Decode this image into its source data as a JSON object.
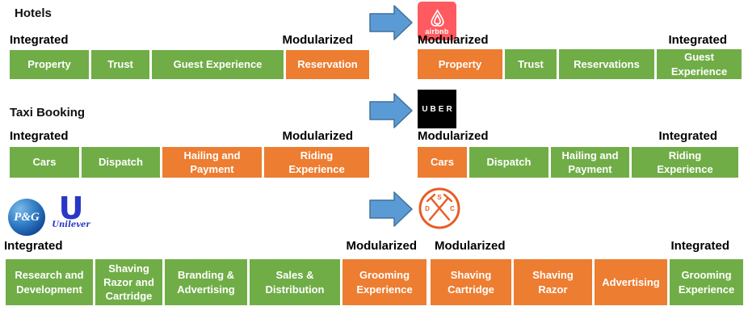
{
  "palette": {
    "segment_green": "#70AD47",
    "segment_orange": "#ED7D31",
    "arrow_fill": "#5B9BD5",
    "arrow_border": "#41719C",
    "airbnb_red": "#FF5A5F",
    "uber_black": "#000000",
    "dsc_orange": "#E85C24",
    "pg_blue": "#0B3E8F",
    "unilever_blue": "#2936C8"
  },
  "rows": [
    {
      "title": "Hotels",
      "left": {
        "scale_start": "Integrated",
        "scale_end": "Modularized",
        "segments": [
          {
            "label": "Property",
            "color": "green"
          },
          {
            "label": "Trust",
            "color": "green"
          },
          {
            "label": "Guest Experience",
            "color": "green"
          },
          {
            "label": "Reservation",
            "color": "orange"
          }
        ]
      },
      "logo": {
        "name": "airbnb",
        "wordmark": "airbnb"
      },
      "right": {
        "scale_start": "Modularized",
        "scale_end": "Integrated",
        "segments": [
          {
            "label": "Property",
            "color": "orange"
          },
          {
            "label": "Trust",
            "color": "green"
          },
          {
            "label": "Reservations",
            "color": "green"
          },
          {
            "label": "Guest\nExperience",
            "color": "green"
          }
        ]
      }
    },
    {
      "title": "Taxi Booking",
      "left": {
        "scale_start": "Integrated",
        "scale_end": "Modularized",
        "segments": [
          {
            "label": "Cars",
            "color": "green"
          },
          {
            "label": "Dispatch",
            "color": "green"
          },
          {
            "label": "Hailing and\nPayment",
            "color": "orange"
          },
          {
            "label": "Riding\nExperience",
            "color": "orange"
          }
        ]
      },
      "logo": {
        "name": "uber",
        "wordmark": "UBER"
      },
      "right": {
        "scale_start": "Modularized",
        "scale_end": "Integrated",
        "segments": [
          {
            "label": "Cars",
            "color": "orange"
          },
          {
            "label": "Dispatch",
            "color": "green"
          },
          {
            "label": "Hailing and\nPayment",
            "color": "green"
          },
          {
            "label": "Riding\nExperience",
            "color": "green"
          }
        ]
      }
    },
    {
      "title": "",
      "incumbent_logos": {
        "pg": "P&G",
        "unilever_letter": "U",
        "unilever_word": "Unilever"
      },
      "left": {
        "scale_start": "Integrated",
        "scale_end": "Modularized",
        "segments": [
          {
            "label": "Research and\nDevelopment",
            "color": "green"
          },
          {
            "label": "Shaving\nRazor and\nCartridge",
            "color": "green"
          },
          {
            "label": "Branding &\nAdvertising",
            "color": "green"
          },
          {
            "label": "Sales &\nDistribution",
            "color": "green"
          },
          {
            "label": "Grooming\nExperience",
            "color": "orange"
          }
        ]
      },
      "logo": {
        "name": "dollar-shave-club",
        "letters": [
          "S",
          "D",
          "C"
        ]
      },
      "right": {
        "scale_start": "Modularized",
        "scale_end": "Integrated",
        "segments": [
          {
            "label": "Shaving\nCartridge",
            "color": "orange"
          },
          {
            "label": "Shaving\nRazor",
            "color": "orange"
          },
          {
            "label": "Advertising",
            "color": "orange"
          },
          {
            "label": "Grooming\nExperience",
            "color": "green"
          }
        ]
      }
    }
  ]
}
